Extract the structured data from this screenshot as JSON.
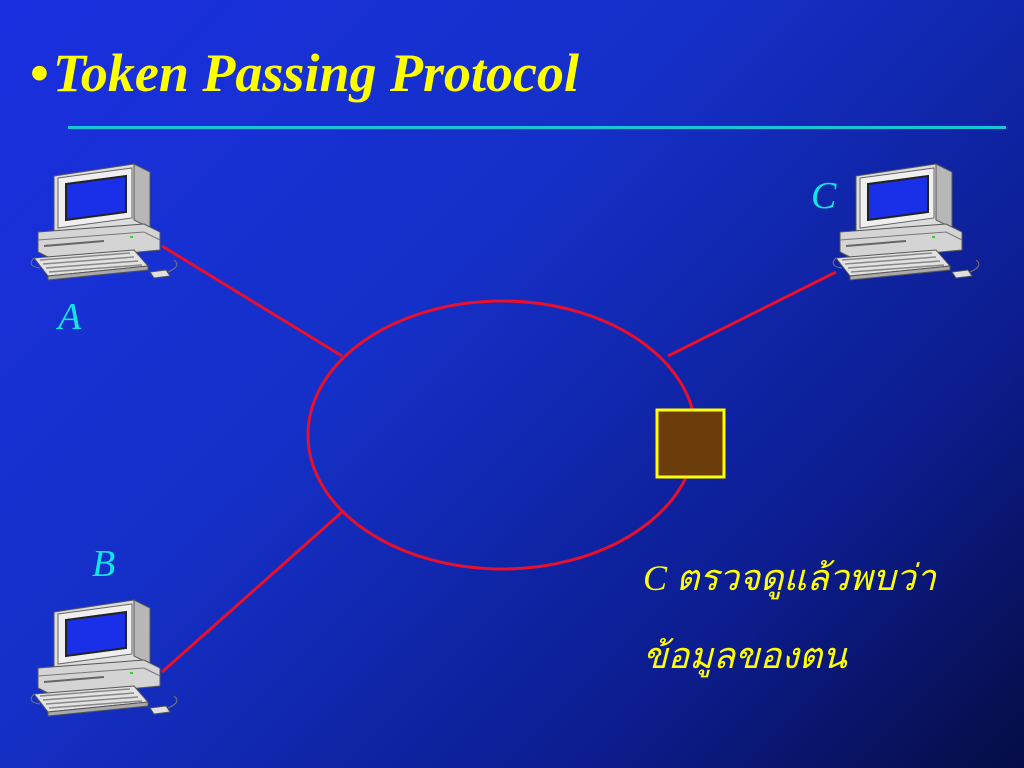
{
  "slide": {
    "bullet": "•",
    "title": "Token Passing Protocol",
    "nodes": [
      {
        "id": "A",
        "label": "A"
      },
      {
        "id": "B",
        "label": "B"
      },
      {
        "id": "C",
        "label": "C"
      }
    ],
    "caption": {
      "line1": "C ตรวจดูแล้วพบว่า",
      "line2": "ข้อมูลของตน"
    }
  },
  "colors": {
    "title": "#ffff00",
    "rule": "#16c6d8",
    "ring": "#e8102a",
    "links": "#e8102a",
    "node_labels": "#10e6e6",
    "token_fill": "#6b3d0a",
    "token_border": "#ffff00",
    "caption": "#ffff00"
  },
  "icons": [
    "computer-icon"
  ]
}
